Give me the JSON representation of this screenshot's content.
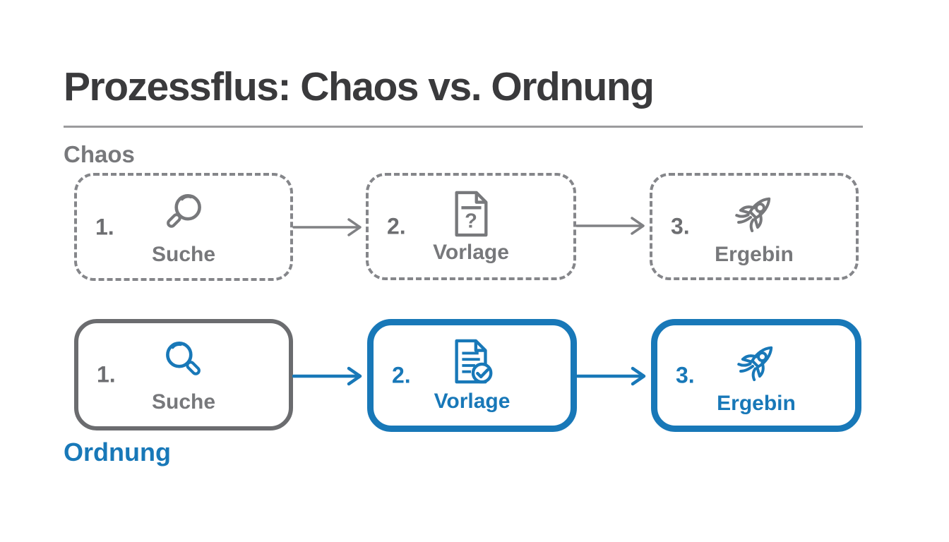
{
  "page": {
    "title": "Prozessflus: Chaos vs. Ordnung"
  },
  "colors": {
    "blue": "#1878b8",
    "gray_text": "#77787b",
    "gray_number": "#6d6e71",
    "title_dark": "#3a3a3c",
    "dashed_border": "#85868a",
    "solid_gray_border": "#6b6c6f",
    "rule_gray": "#9b9b9d"
  },
  "glyphs": {
    "question_mark": "?"
  },
  "rows": [
    {
      "label": "Chaos",
      "steps": [
        {
          "number": "1.",
          "label": "Suche",
          "icon": "magnifier-icon"
        },
        {
          "number": "2.",
          "label": "Vorlage",
          "icon": "document-question-icon"
        },
        {
          "number": "3.",
          "label": "Ergebin",
          "icon": "rocket-icon"
        }
      ]
    },
    {
      "label": "Ordnung",
      "steps": [
        {
          "number": "1.",
          "label": "Suche",
          "icon": "magnifier-icon"
        },
        {
          "number": "2.",
          "label": "Vorlage",
          "icon": "document-check-icon"
        },
        {
          "number": "3.",
          "label": "Ergebin",
          "icon": "rocket-icon"
        }
      ]
    }
  ]
}
